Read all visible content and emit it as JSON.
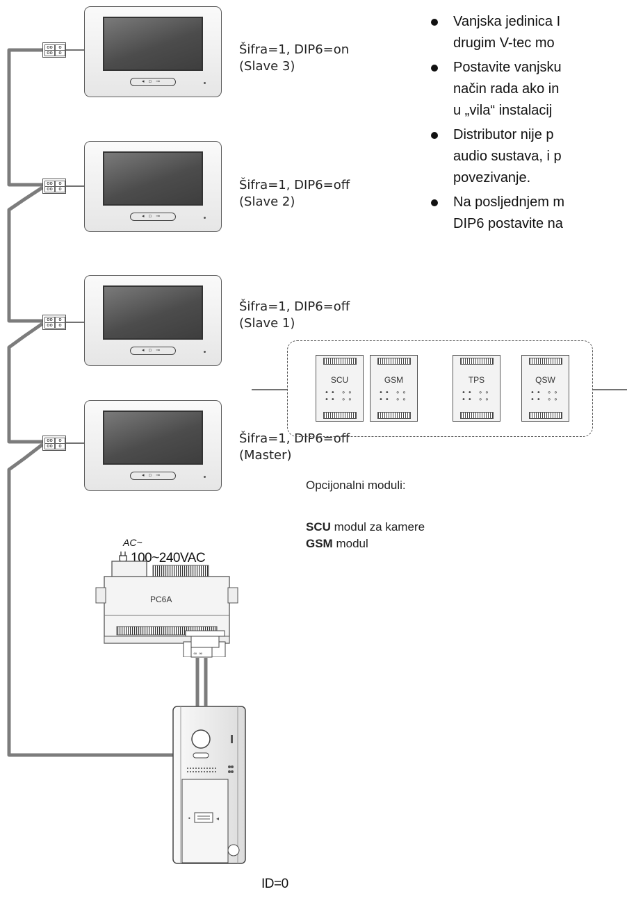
{
  "monitors": [
    {
      "label_line1": "Šifra=1, DIP6=on",
      "label_line2": "(Slave 3)"
    },
    {
      "label_line1": "Šifra=1, DIP6=off",
      "label_line2": "(Slave 2)"
    },
    {
      "label_line1": "Šifra=1, DIP6=off",
      "label_line2": "(Slave 1)"
    },
    {
      "label_line1": "Šifra=1, DIP6=off",
      "label_line2": "(Master)"
    }
  ],
  "bullets": [
    "Vanjska jedinica I",
    "drugim V-tec mo",
    "Postavite vanjsku",
    "način rada ako in",
    "u „vila“ instalacij",
    "Distributor nije p",
    "audio sustava, i p",
    "povezivanje.",
    "Na posljednjem m",
    "DIP6 postavite na"
  ],
  "power": {
    "ac_label": "AC~",
    "voltage": "100~240VAC"
  },
  "distributor": {
    "name": "PC6A"
  },
  "modules": [
    "SCU",
    "GSM",
    "TPS",
    "QSW"
  ],
  "optional": {
    "title": "Opcijonalni moduli:",
    "items": [
      {
        "code": "SCU",
        "desc": " modul za kamere"
      },
      {
        "code": "GSM",
        "desc": " modul"
      }
    ]
  },
  "door_station": {
    "id_label": "ID=0"
  },
  "colors": {
    "wire": "#7a7a7a",
    "outline": "#555555",
    "screen": "#555555"
  }
}
